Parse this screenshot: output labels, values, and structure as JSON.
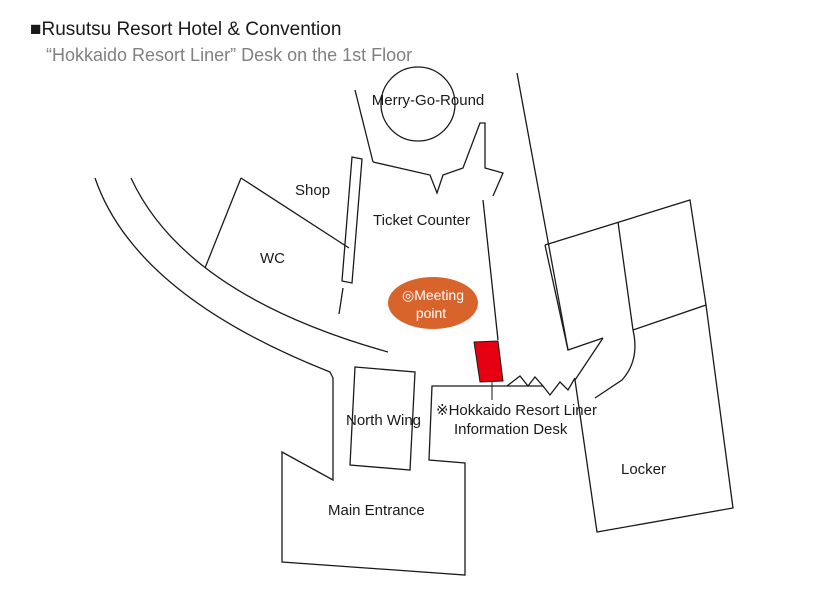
{
  "header": {
    "title": "■Rusutsu Resort Hotel & Convention",
    "subtitle": "“Hokkaido Resort Liner” Desk on the 1st Floor"
  },
  "labels": {
    "merry_go_round": "Merry-Go-Round",
    "shop": "Shop",
    "ticket_counter": "Ticket Counter",
    "wc": "WC",
    "meeting_point_line1": "◎Meeting",
    "meeting_point_line2": "point",
    "north_wing": "North Wing",
    "info_desk_line1": "※Hokkaido Resort Liner",
    "info_desk_line2": "Information Desk",
    "locker": "Locker",
    "main_entrance": "Main Entrance"
  },
  "colors": {
    "meeting_point": "#d9642b",
    "info_desk": "#e60012",
    "lines": "#1a1a1a"
  }
}
